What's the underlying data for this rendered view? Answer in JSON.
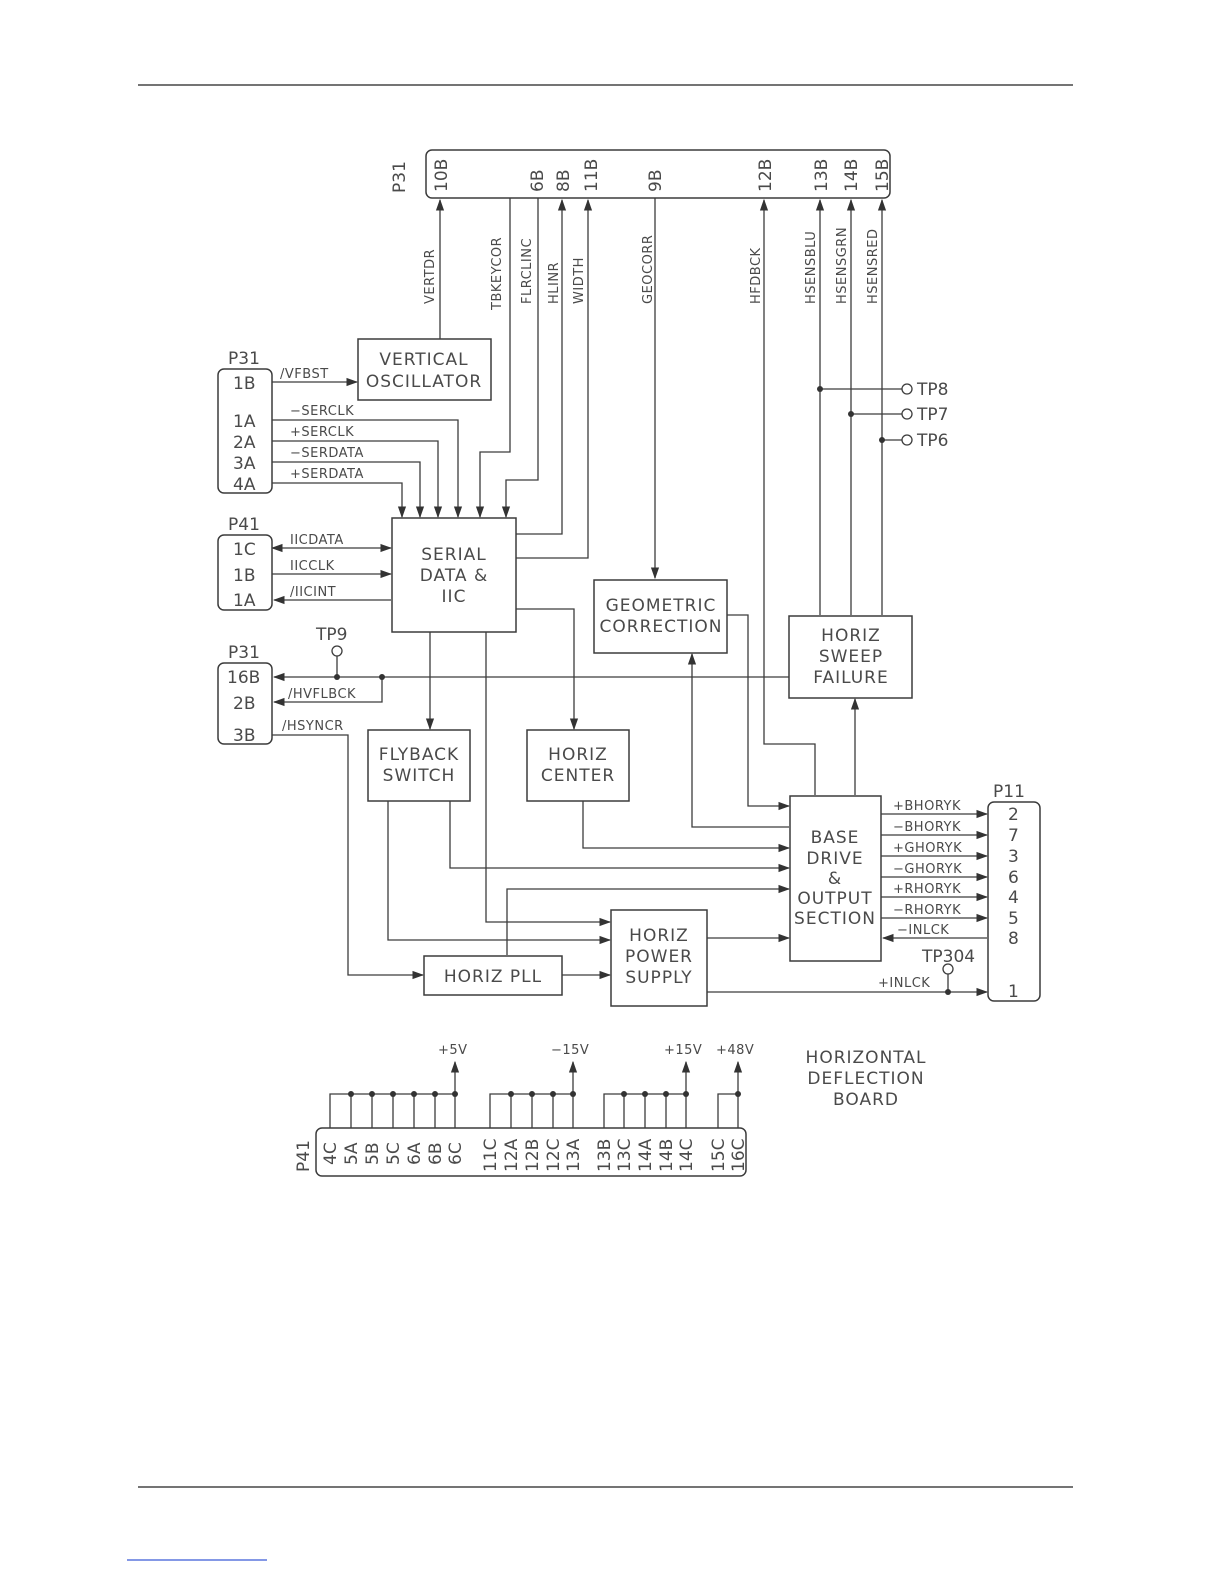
{
  "top_connector": {
    "name": "P31",
    "pins": [
      "10B",
      "6B",
      "8B",
      "11B",
      "9B",
      "12B",
      "13B",
      "14B",
      "15B"
    ]
  },
  "vertical_signals": {
    "vertdr": "VERTDR",
    "tbkeycor": "TBKEYCOR",
    "flrclinc": "FLRCLINC",
    "hlinr": "HLINR",
    "width": "WIDTH",
    "geocorr": "GEOCORR",
    "hfdbck": "HFDBCK",
    "hsensblu": "HSENSBLU",
    "hsensgrn": "HSENSGRN",
    "hsensred": "HSENSRED"
  },
  "blocks": {
    "vertical_oscillator": [
      "VERTICAL",
      "OSCILLATOR"
    ],
    "serial_data_iic": [
      "SERIAL",
      "DATA &",
      "IIC"
    ],
    "geometric_correction": [
      "GEOMETRIC",
      "CORRECTION"
    ],
    "horiz_sweep_failure": [
      "HORIZ",
      "SWEEP",
      "FAILURE"
    ],
    "flyback_switch": [
      "FLYBACK",
      "SWITCH"
    ],
    "horiz_center": [
      "HORIZ",
      "CENTER"
    ],
    "base_drive": [
      "BASE",
      "DRIVE",
      "&",
      "OUTPUT",
      "SECTION"
    ],
    "horiz_power_supply": [
      "HORIZ",
      "POWER",
      "SUPPLY"
    ],
    "horiz_pll": "HORIZ PLL"
  },
  "left_connector_1": {
    "name": "P31",
    "pins": [
      "1B",
      "1A",
      "2A",
      "3A",
      "4A"
    ],
    "signals": [
      "/VFBST",
      "−SERCLK",
      "+SERCLK",
      "−SERDATA",
      "+SERDATA"
    ]
  },
  "left_connector_2": {
    "name": "P41",
    "pins": [
      "1C",
      "1B",
      "1A"
    ],
    "signals": [
      "IICDATA",
      "IICCLK",
      "/IICINT"
    ]
  },
  "left_connector_3": {
    "name": "P31",
    "pins": [
      "16B",
      "2B",
      "3B"
    ],
    "signals": [
      "/HVFLBCK",
      "/HSYNCR"
    ],
    "testpoint": "TP9"
  },
  "test_points": [
    "TP8",
    "TP7",
    "TP6"
  ],
  "right_connector": {
    "name": "P11",
    "pins": [
      "2",
      "7",
      "3",
      "6",
      "4",
      "5",
      "8",
      "1"
    ],
    "signals": [
      "+BHORYK",
      "−BHORYK",
      "+GHORYK",
      "−GHORYK",
      "+RHORYK",
      "−RHORYK",
      "−INLCK",
      "+INLCK"
    ],
    "testpoint": "TP304"
  },
  "bottom_connector": {
    "name": "P41",
    "pins": [
      "4C",
      "5A",
      "5B",
      "5C",
      "6A",
      "6B",
      "6C",
      "11C",
      "12A",
      "12B",
      "12C",
      "13A",
      "13B",
      "13C",
      "14A",
      "14B",
      "14C",
      "15C",
      "16C"
    ],
    "rails": [
      "+5V",
      "−15V",
      "+15V",
      "+48V"
    ]
  },
  "board_title": [
    "HORIZONTAL",
    "DEFLECTION",
    "BOARD"
  ]
}
